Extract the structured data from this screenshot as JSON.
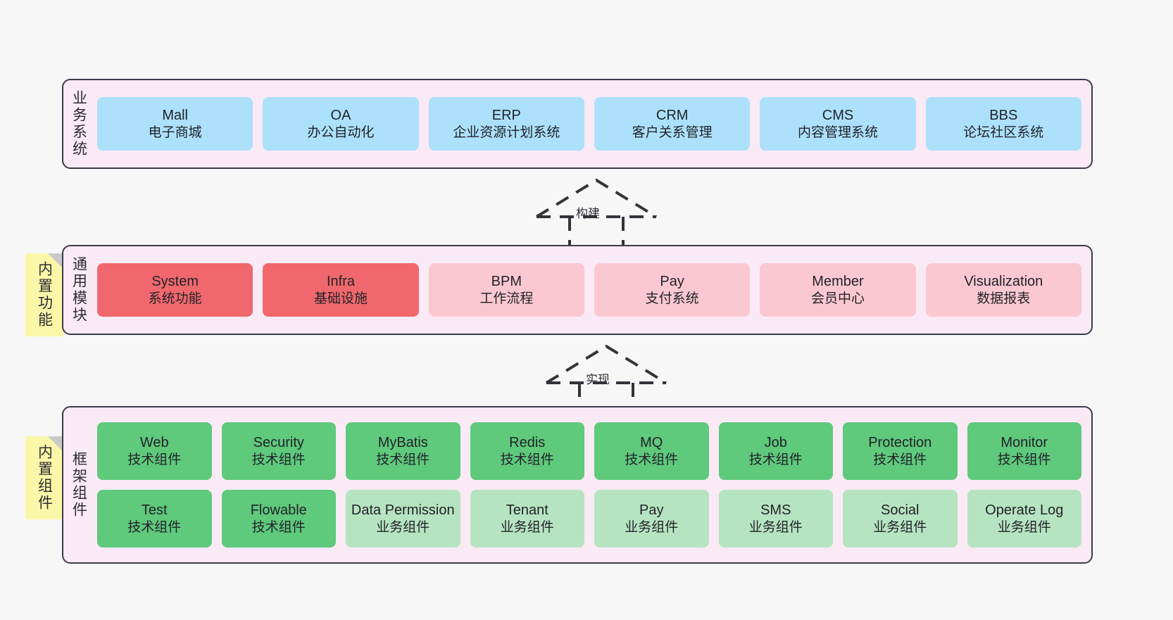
{
  "diagram": {
    "background_color": "#f7f7f7",
    "band_fill": "#faeaf5",
    "band_border": "#3b3b47",
    "note_color": "#fbf7a8"
  },
  "bands": [
    {
      "id": "business",
      "title": "业务系统",
      "accent": "#ace0fb",
      "rows": [
        {
          "cells": [
            {
              "en": "Mall",
              "cn": "电子商城",
              "style": "c-blue"
            },
            {
              "en": "OA",
              "cn": "办公自动化",
              "style": "c-blue"
            },
            {
              "en": "ERP",
              "cn": "企业资源计划系统",
              "style": "c-blue"
            },
            {
              "en": "CRM",
              "cn": "客户关系管理",
              "style": "c-blue"
            },
            {
              "en": "CMS",
              "cn": "内容管理系统",
              "style": "c-blue"
            },
            {
              "en": "BBS",
              "cn": "论坛社区系统",
              "style": "c-blue"
            }
          ]
        }
      ]
    },
    {
      "id": "modules",
      "title": "通用模块",
      "accent": "#f0686d",
      "note": "内置功能",
      "rows": [
        {
          "cells": [
            {
              "en": "System",
              "cn": "系统功能",
              "style": "c-red"
            },
            {
              "en": "Infra",
              "cn": "基础设施",
              "style": "c-red"
            },
            {
              "en": "BPM",
              "cn": "工作流程",
              "style": "c-pink"
            },
            {
              "en": "Pay",
              "cn": "支付系统",
              "style": "c-pink"
            },
            {
              "en": "Member",
              "cn": "会员中心",
              "style": "c-pink"
            },
            {
              "en": "Visualization",
              "cn": "数据报表",
              "style": "c-pink"
            }
          ]
        }
      ]
    },
    {
      "id": "framework",
      "title": "框架组件",
      "accent": "#5fc97c",
      "note": "内置组件",
      "rows": [
        {
          "cells": [
            {
              "en": "Web",
              "cn": "技术组件",
              "style": "c-green"
            },
            {
              "en": "Security",
              "cn": "技术组件",
              "style": "c-green"
            },
            {
              "en": "MyBatis",
              "cn": "技术组件",
              "style": "c-green"
            },
            {
              "en": "Redis",
              "cn": "技术组件",
              "style": "c-green"
            },
            {
              "en": "MQ",
              "cn": "技术组件",
              "style": "c-green"
            },
            {
              "en": "Job",
              "cn": "技术组件",
              "style": "c-green"
            },
            {
              "en": "Protection",
              "cn": "技术组件",
              "style": "c-green"
            },
            {
              "en": "Monitor",
              "cn": "技术组件",
              "style": "c-green"
            }
          ]
        },
        {
          "cells": [
            {
              "en": "Test",
              "cn": "技术组件",
              "style": "c-green"
            },
            {
              "en": "Flowable",
              "cn": "技术组件",
              "style": "c-green"
            },
            {
              "en": "Data Permission",
              "cn": "业务组件",
              "style": "c-lightgreen"
            },
            {
              "en": "Tenant",
              "cn": "业务组件",
              "style": "c-lightgreen"
            },
            {
              "en": "Pay",
              "cn": "业务组件",
              "style": "c-lightgreen"
            },
            {
              "en": "SMS",
              "cn": "业务组件",
              "style": "c-lightgreen"
            },
            {
              "en": "Social",
              "cn": "业务组件",
              "style": "c-lightgreen"
            },
            {
              "en": "Operate Log",
              "cn": "业务组件",
              "style": "c-lightgreen"
            }
          ]
        }
      ]
    }
  ],
  "notes": [
    {
      "id": "features",
      "label": "内置功能"
    },
    {
      "id": "components",
      "label": "内置组件"
    }
  ],
  "arrows": [
    {
      "id": "build",
      "label": "构建"
    },
    {
      "id": "impl",
      "label": "实现"
    }
  ]
}
